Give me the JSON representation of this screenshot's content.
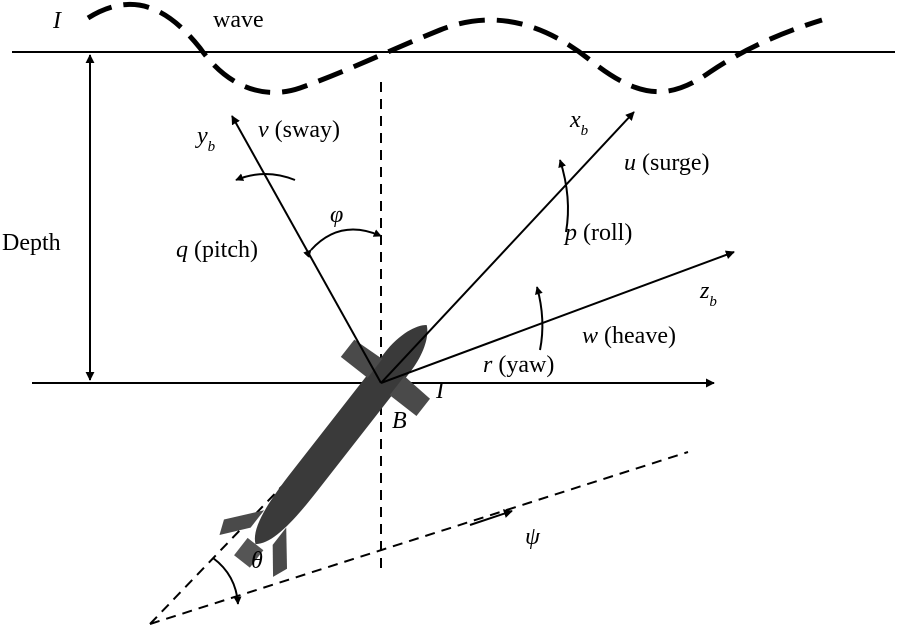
{
  "labels": {
    "frame_I_top": "I",
    "wave": "wave",
    "depth": "Depth",
    "yb_main": "y",
    "yb_sub": "b",
    "sway_var": "v",
    "sway_word": " (sway)",
    "phi": "φ",
    "pitch_var": "q",
    "pitch_word": " (pitch)",
    "xb_main": "x",
    "xb_sub": "b",
    "surge_var": "u",
    "surge_word": " (surge)",
    "roll_var": "p",
    "roll_word": " (roll)",
    "zb_main": "z",
    "zb_sub": "b",
    "heave_var": "w",
    "heave_word": " (heave)",
    "yaw_var": "r",
    "yaw_word": " (yaw)",
    "frame_I_right": "I",
    "B": "B",
    "psi": "ψ",
    "theta": "θ"
  },
  "icons": {
    "vehicle": "auv-icon"
  },
  "colors": {
    "line": "#000000",
    "vehicle_body": "#3a3a3a"
  }
}
